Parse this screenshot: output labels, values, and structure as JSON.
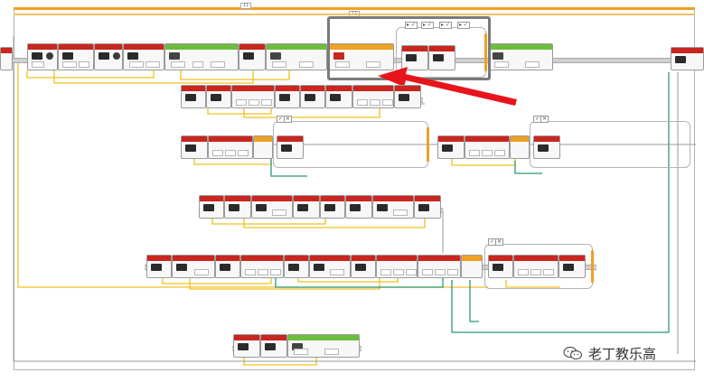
{
  "window": {
    "top_tab_label": "11",
    "second_tab_label": "11"
  },
  "watermark": {
    "text": "老丁教乐高",
    "icon": "wechat-icon"
  },
  "colors": {
    "action_block": "#c8261e",
    "flow_block": "#f0a023",
    "sensor_block": "#6cbd3c",
    "wire_yellow": "#f0c020",
    "wire_teal": "#2a9a7a",
    "highlight_box": "#7a7a7a",
    "arrow": "#e8141b"
  },
  "annotations": {
    "highlight_box": "selection-box",
    "arrow": "pointer-arrow"
  }
}
